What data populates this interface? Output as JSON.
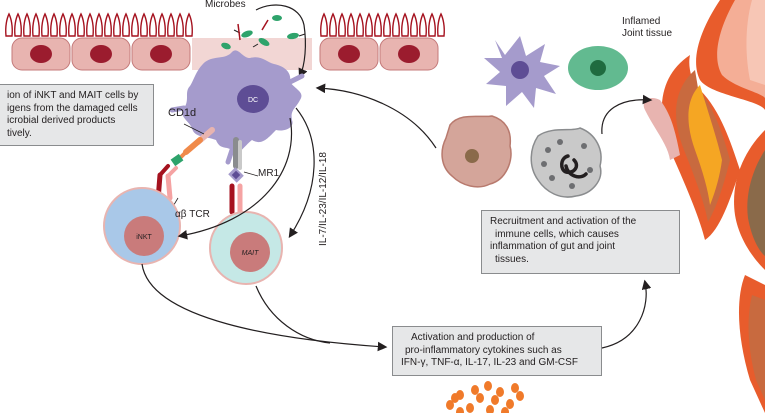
{
  "labels": {
    "microbes": "Microbes",
    "dc": "DC",
    "cd1d": "CD1d",
    "mr1": "MR1",
    "ab_tcr": "αβ TCR",
    "cytokine_axis": "IL-7/IL-23/IL-12/IL-18",
    "inkt": "iNKT",
    "mait": "MAIT",
    "inflamed_tissue": [
      "Inflamed",
      "Joint tissue"
    ]
  },
  "boxes": {
    "activation_recognition": [
      "ion of iNKT and MAIT cells by",
      "igens from the damaged cells",
      "icrobial derived products",
      "tively."
    ],
    "recruitment": [
      "Recruitment and activation of the",
      "immune cells, which causes",
      "inflammation of gut and joint",
      "tissues."
    ],
    "cytokines": [
      "Activation and production of",
      "pro-inflammatory cytokines such as",
      "IFN-γ, TNF-α, IL-17, IL-23 and GM-CSF"
    ]
  },
  "colors": {
    "epithelium": "#e8b4b0",
    "nucleus": "#9b1c2e",
    "villi": "#a5121f",
    "dc": "#a59bcc",
    "dc_nucleus": "#5e4d95",
    "inkt": "#a9c8e8",
    "mait": "#c5e8e6",
    "inner_cell": "#c97b7b",
    "bone_outer": "#e85c2c",
    "bone_inner": "#f5a623",
    "cartilage": "#8a6a4a",
    "cytokine_dots": "#f07a2a"
  }
}
